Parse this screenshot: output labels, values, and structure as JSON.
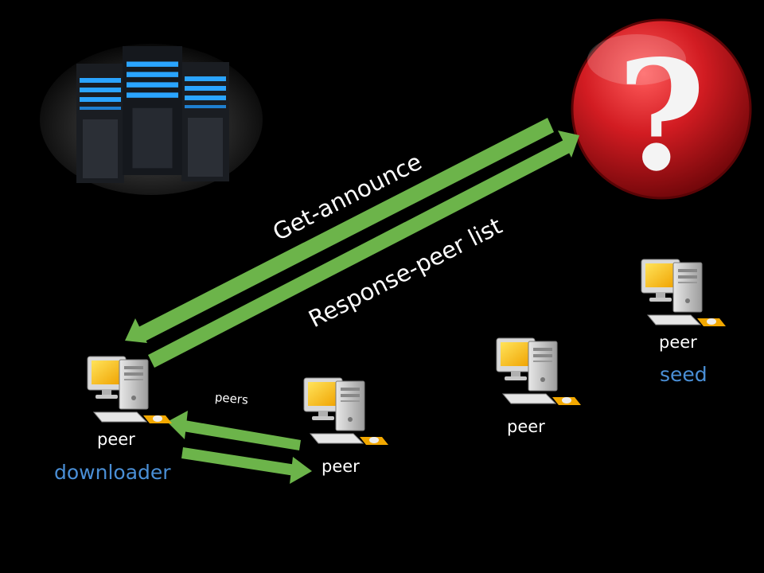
{
  "labels": {
    "get_announce": "Get-announce",
    "response_peer_list": "Response-peer  list",
    "peers": "peers",
    "peer": "peer",
    "downloader": "downloader",
    "seed": "seed"
  },
  "tracker": {
    "symbol": "?"
  },
  "icons": {
    "server": "server-rack-icon",
    "tracker": "question-mark-icon",
    "computer": "desktop-computer-icon"
  },
  "colors": {
    "background": "#000000",
    "arrow": "#6cb44a",
    "role_label": "#4a8fd6",
    "tracker_red": "#c4151c",
    "server_blue": "#2aa4ff"
  }
}
